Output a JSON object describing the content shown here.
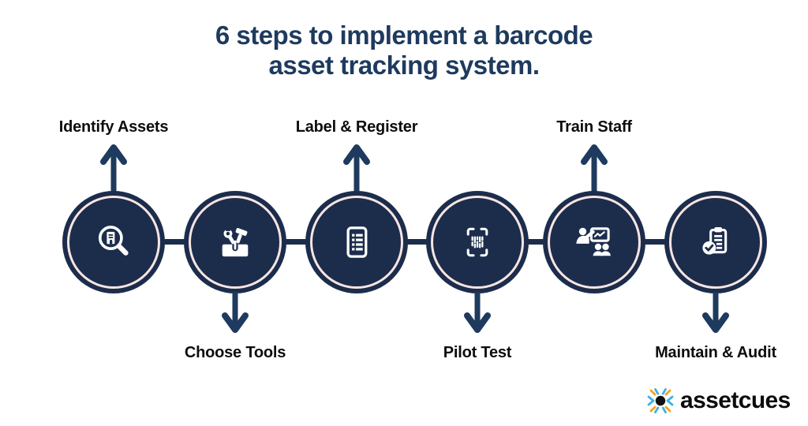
{
  "title": {
    "line1": "6 steps to implement a barcode",
    "line2": "asset tracking system."
  },
  "steps": [
    {
      "label": "Identify Assets",
      "icon": "magnifier-building-icon",
      "label_position": "top"
    },
    {
      "label": "Choose Tools",
      "icon": "toolbox-icon",
      "label_position": "bottom"
    },
    {
      "label": "Label & Register",
      "icon": "document-list-icon",
      "label_position": "top"
    },
    {
      "label": "Pilot Test",
      "icon": "barcode-scan-icon",
      "label_position": "bottom"
    },
    {
      "label": "Train Staff",
      "icon": "training-presentation-icon",
      "label_position": "top"
    },
    {
      "label": "Maintain & Audit",
      "icon": "clipboard-check-icon",
      "label_position": "bottom"
    }
  ],
  "logo": {
    "text": "assetcues"
  },
  "colors": {
    "background": "#ffffff",
    "navy_circle": "#1c2d4c",
    "navy_title": "#1e3a5e",
    "ring_pink": "#f8e5e3",
    "label_black": "#0d0d0d",
    "logo_blue": "#3bb3e6",
    "logo_orange": "#f5a31c"
  }
}
